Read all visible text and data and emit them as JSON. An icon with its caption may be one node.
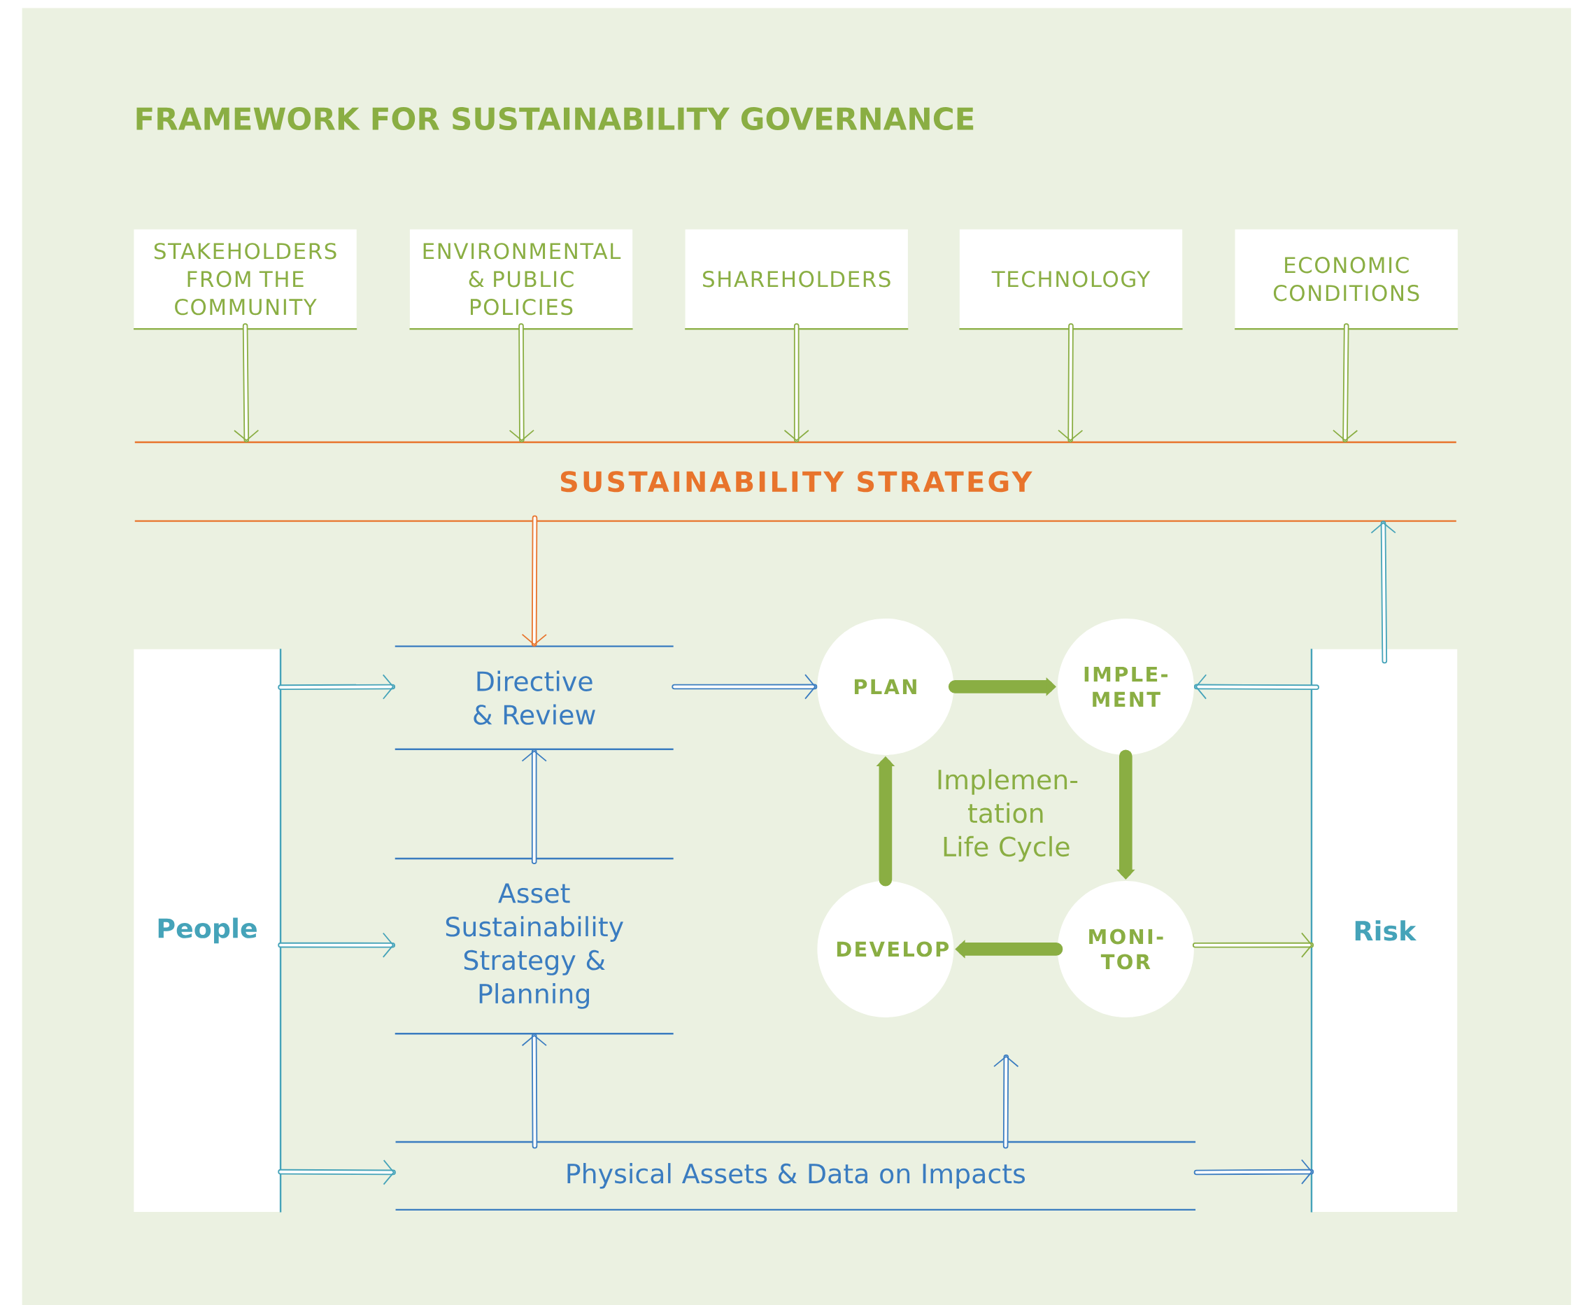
{
  "diagram": {
    "title": "FRAMEWORK FOR SUSTAINABILITY GOVERNANCE",
    "nodes": [
      {
        "text": [
          "STAKEHOLDERS FROM THE COMMUNITY"
        ]
      },
      {
        "text": [
          "ENVIRONMENTAL & PUBLIC POLICIES"
        ]
      },
      {
        "text": [
          "SHAREHOLDERS"
        ]
      },
      {
        "text": [
          "TECHNOLOGY"
        ]
      },
      {
        "text": [
          "ECONOMIC CONDITIONS"
        ]
      },
      {
        "text": [
          "SUSTAINABILITY STRATEGY"
        ]
      },
      {
        "text": [
          "People"
        ]
      },
      {
        "text": [
          "Risk"
        ]
      },
      {
        "text": [
          "Directive & Review"
        ]
      },
      {
        "text": [
          "PLAN"
        ]
      },
      {
        "text": [
          "IMPLE-MENT"
        ]
      },
      {
        "text": [
          "Asset Sustainability Strategy & Planning"
        ]
      },
      {
        "text": [
          "DEVELOP"
        ]
      },
      {
        "text": [
          "MONI-TOR"
        ]
      },
      {
        "text": [
          "Physical Assets & Data on Impacts"
        ]
      }
    ],
    "edges": [
      {
        "from": 0,
        "to": 5,
        "arrow": "to"
      },
      {
        "from": 1,
        "to": 5,
        "arrow": "to"
      },
      {
        "from": 2,
        "to": 5,
        "arrow": "to"
      },
      {
        "from": 3,
        "to": 5,
        "arrow": "to"
      },
      {
        "from": 4,
        "to": 5,
        "arrow": "to"
      },
      {
        "from": 5,
        "to": 8,
        "arrow": "to",
        "color": "#e8742c"
      },
      {
        "from": 7,
        "to": 5,
        "arrow": "to",
        "color": "#45a3b9"
      },
      {
        "from": 6,
        "to": 8,
        "arrow": "to",
        "color": "#45a3b9"
      },
      {
        "from": 6,
        "to": 11,
        "arrow": "to",
        "color": "#45a3b9"
      },
      {
        "from": 6,
        "to": 14,
        "arrow": "to",
        "color": "#45a3b9"
      },
      {
        "from": 8,
        "to": 9,
        "arrow": "to",
        "color": "#3a7cc0"
      },
      {
        "from": 9,
        "to": 10,
        "arrow": "to",
        "style": "thick"
      },
      {
        "from": 10,
        "to": 13,
        "arrow": "to",
        "style": "thick"
      },
      {
        "from": 13,
        "to": 12,
        "arrow": "to",
        "style": "thick"
      },
      {
        "from": 12,
        "to": 9,
        "arrow": "to",
        "style": "thick"
      },
      {
        "from": 7,
        "to": 10,
        "arrow": "to",
        "color": "#45a3b9"
      },
      {
        "from": 11,
        "to": 8,
        "arrow": "to",
        "color": "#3a7cc0"
      },
      {
        "from": 14,
        "to": 11,
        "arrow": "to",
        "color": "#3a7cc0"
      },
      {
        "from": 14,
        "to": null,
        "arrow": "to",
        "color": "#3a7cc0"
      },
      {
        "from": 13,
        "to": 7,
        "arrow": "to"
      },
      {
        "from": 14,
        "to": 7,
        "arrow": "to",
        "color": "#3a7cc0"
      }
    ],
    "labels": [
      "Implemen-tation Life Cycle"
    ]
  }
}
